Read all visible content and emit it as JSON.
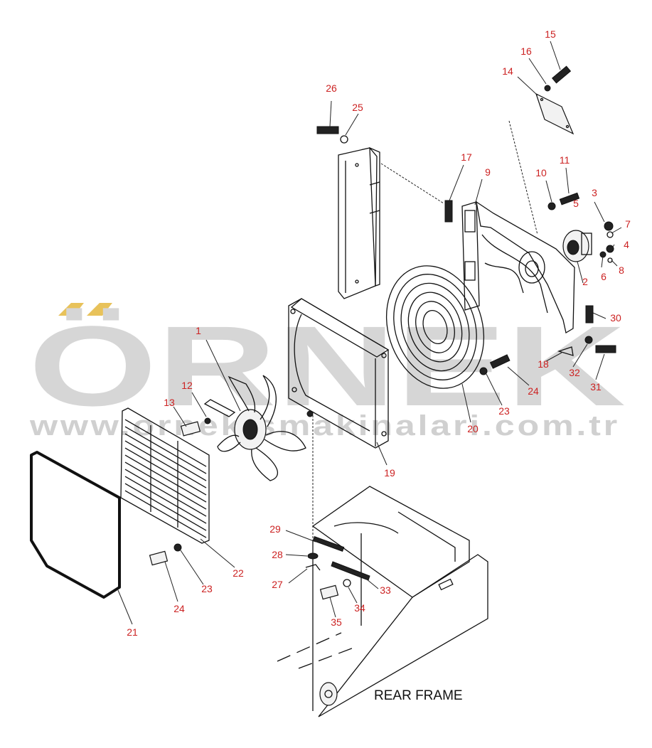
{
  "watermark": {
    "brand": "ÖRNEK",
    "url": "www.ornekismakinalari.com.tr",
    "accent_color": "#e8c25a",
    "text_color": "#d6d6d6"
  },
  "frame_label": "REAR FRAME",
  "label_color": "#cc2222",
  "parts": [
    {
      "id": "p1",
      "label": "1"
    },
    {
      "id": "p2",
      "label": "2"
    },
    {
      "id": "p3",
      "label": "3"
    },
    {
      "id": "p4",
      "label": "4"
    },
    {
      "id": "p5",
      "label": "5"
    },
    {
      "id": "p6",
      "label": "6"
    },
    {
      "id": "p7",
      "label": "7"
    },
    {
      "id": "p8",
      "label": "8"
    },
    {
      "id": "p9",
      "label": "9"
    },
    {
      "id": "p10",
      "label": "10"
    },
    {
      "id": "p11",
      "label": "11"
    },
    {
      "id": "p12",
      "label": "12"
    },
    {
      "id": "p13",
      "label": "13"
    },
    {
      "id": "p14",
      "label": "14"
    },
    {
      "id": "p15",
      "label": "15"
    },
    {
      "id": "p16",
      "label": "16"
    },
    {
      "id": "p17",
      "label": "17"
    },
    {
      "id": "p18",
      "label": "18"
    },
    {
      "id": "p19",
      "label": "19"
    },
    {
      "id": "p20",
      "label": "20"
    },
    {
      "id": "p21",
      "label": "21"
    },
    {
      "id": "p22",
      "label": "22"
    },
    {
      "id": "p23a",
      "label": "23"
    },
    {
      "id": "p23b",
      "label": "23"
    },
    {
      "id": "p24a",
      "label": "24"
    },
    {
      "id": "p24b",
      "label": "24"
    },
    {
      "id": "p25",
      "label": "25"
    },
    {
      "id": "p26",
      "label": "26"
    },
    {
      "id": "p27",
      "label": "27"
    },
    {
      "id": "p28",
      "label": "28"
    },
    {
      "id": "p29",
      "label": "29"
    },
    {
      "id": "p30",
      "label": "30"
    },
    {
      "id": "p31",
      "label": "31"
    },
    {
      "id": "p32",
      "label": "32"
    },
    {
      "id": "p33",
      "label": "33"
    },
    {
      "id": "p34",
      "label": "34"
    },
    {
      "id": "p35",
      "label": "35"
    }
  ]
}
